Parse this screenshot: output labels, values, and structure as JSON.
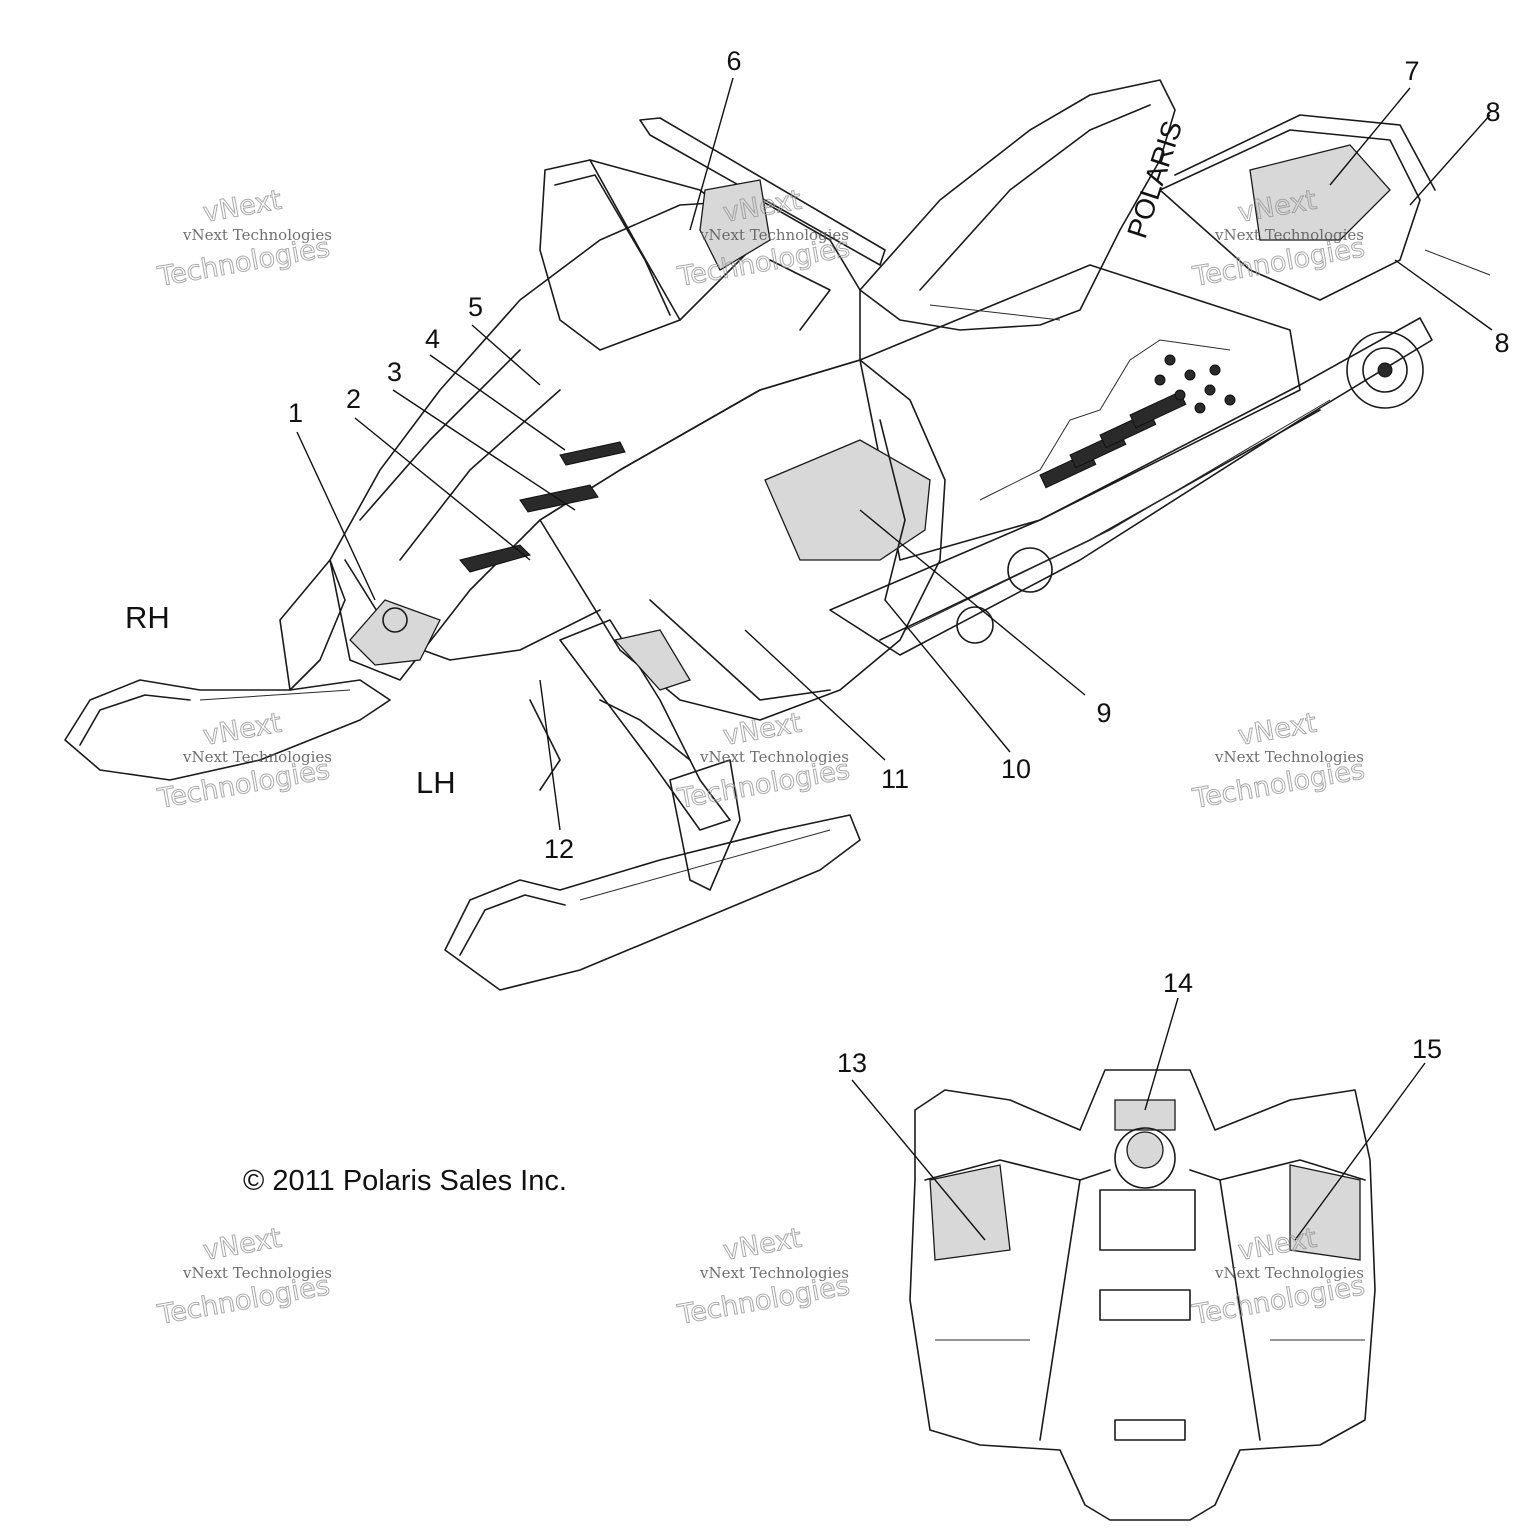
{
  "callouts": [
    {
      "id": "1",
      "label": "1"
    },
    {
      "id": "2",
      "label": "2"
    },
    {
      "id": "3",
      "label": "3"
    },
    {
      "id": "4",
      "label": "4"
    },
    {
      "id": "5",
      "label": "5"
    },
    {
      "id": "6",
      "label": "6"
    },
    {
      "id": "7",
      "label": "7"
    },
    {
      "id": "8a",
      "label": "8"
    },
    {
      "id": "8b",
      "label": "8"
    },
    {
      "id": "9",
      "label": "9"
    },
    {
      "id": "10",
      "label": "10"
    },
    {
      "id": "11",
      "label": "11"
    },
    {
      "id": "12",
      "label": "12"
    },
    {
      "id": "13",
      "label": "13"
    },
    {
      "id": "14",
      "label": "14"
    },
    {
      "id": "15",
      "label": "15"
    }
  ],
  "side_labels": {
    "right": "RH",
    "left": "LH"
  },
  "copyright": "© 2011 Polaris Sales Inc.",
  "seat_brand": "POLARIS",
  "watermark": {
    "line1": "vNext Technologies",
    "line2": "Technologies",
    "overlay": "vNext"
  }
}
